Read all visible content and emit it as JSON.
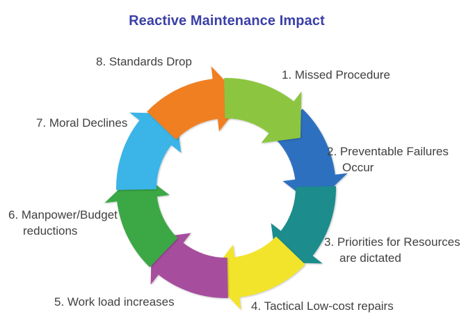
{
  "title": "Reactive Maintenance Impact",
  "colors": {
    "title": "#3a3fa8",
    "label_text": "#404040",
    "segment_1": "#8cc63f",
    "segment_2": "#2e6fc0",
    "segment_3": "#1a8c8c",
    "segment_4": "#f2e42a",
    "segment_5": "#a64d9e",
    "segment_6": "#3aa845",
    "segment_7": "#3ab4e8",
    "segment_8": "#f07f24"
  },
  "steps": [
    {
      "number": "1.",
      "lines": [
        "1. Missed Procedure"
      ]
    },
    {
      "number": "2.",
      "lines": [
        "2. Preventable Failures",
        "Occur"
      ]
    },
    {
      "number": "3.",
      "lines": [
        "3. Priorities for Resources",
        "are dictated"
      ]
    },
    {
      "number": "4.",
      "lines": [
        "4. Tactical Low-cost repairs"
      ]
    },
    {
      "number": "5.",
      "lines": [
        "5. Work load increases"
      ]
    },
    {
      "number": "6.",
      "lines": [
        "6. Manpower/Budget",
        "reductions"
      ]
    },
    {
      "number": "7.",
      "lines": [
        "7. Moral Declines"
      ]
    },
    {
      "number": "8.",
      "lines": [
        "8. Standards Drop"
      ]
    }
  ]
}
